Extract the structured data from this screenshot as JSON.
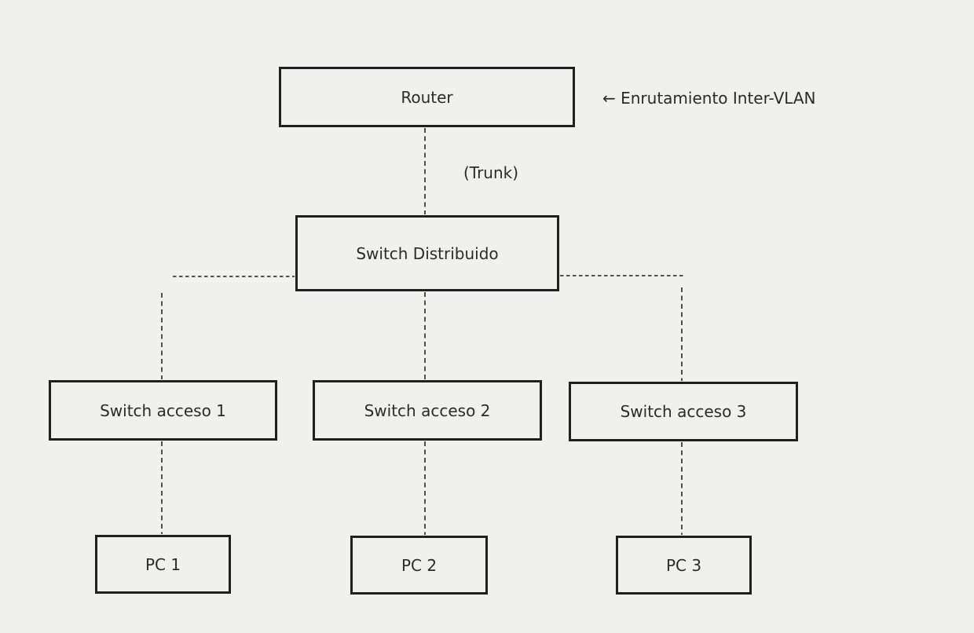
{
  "diagram": {
    "nodes": {
      "router": {
        "label": "Router"
      },
      "switch_distribuido": {
        "label": "Switch Distribuido"
      },
      "switch_acceso_1": {
        "label": "Switch acceso 1"
      },
      "switch_acceso_2": {
        "label": "Switch acceso 2"
      },
      "switch_acceso_3": {
        "label": "Switch acceso 3"
      },
      "pc_1": {
        "label": "PC 1"
      },
      "pc_2": {
        "label": "PC 2"
      },
      "pc_3": {
        "label": "PC 3"
      }
    },
    "annotations": {
      "trunk_label": "(Trunk)",
      "inter_vlan_note": "← Enrutamiento Inter-VLAN"
    },
    "links": [
      {
        "from": "router",
        "to": "switch_distribuido",
        "style": "dashed",
        "note": "(Trunk)"
      },
      {
        "from": "switch_distribuido",
        "to": "switch_acceso_1",
        "style": "dashed"
      },
      {
        "from": "switch_distribuido",
        "to": "switch_acceso_2",
        "style": "dashed"
      },
      {
        "from": "switch_distribuido",
        "to": "switch_acceso_3",
        "style": "dashed"
      },
      {
        "from": "switch_acceso_1",
        "to": "pc_1",
        "style": "dashed"
      },
      {
        "from": "switch_acceso_2",
        "to": "pc_2",
        "style": "dashed"
      },
      {
        "from": "switch_acceso_3",
        "to": "pc_3",
        "style": "dashed"
      }
    ],
    "colors": {
      "background": "#f0f0ee",
      "box_border": "#1f1f1f",
      "text": "#2b2b2b",
      "connector_line": "#3d3d3d"
    }
  }
}
